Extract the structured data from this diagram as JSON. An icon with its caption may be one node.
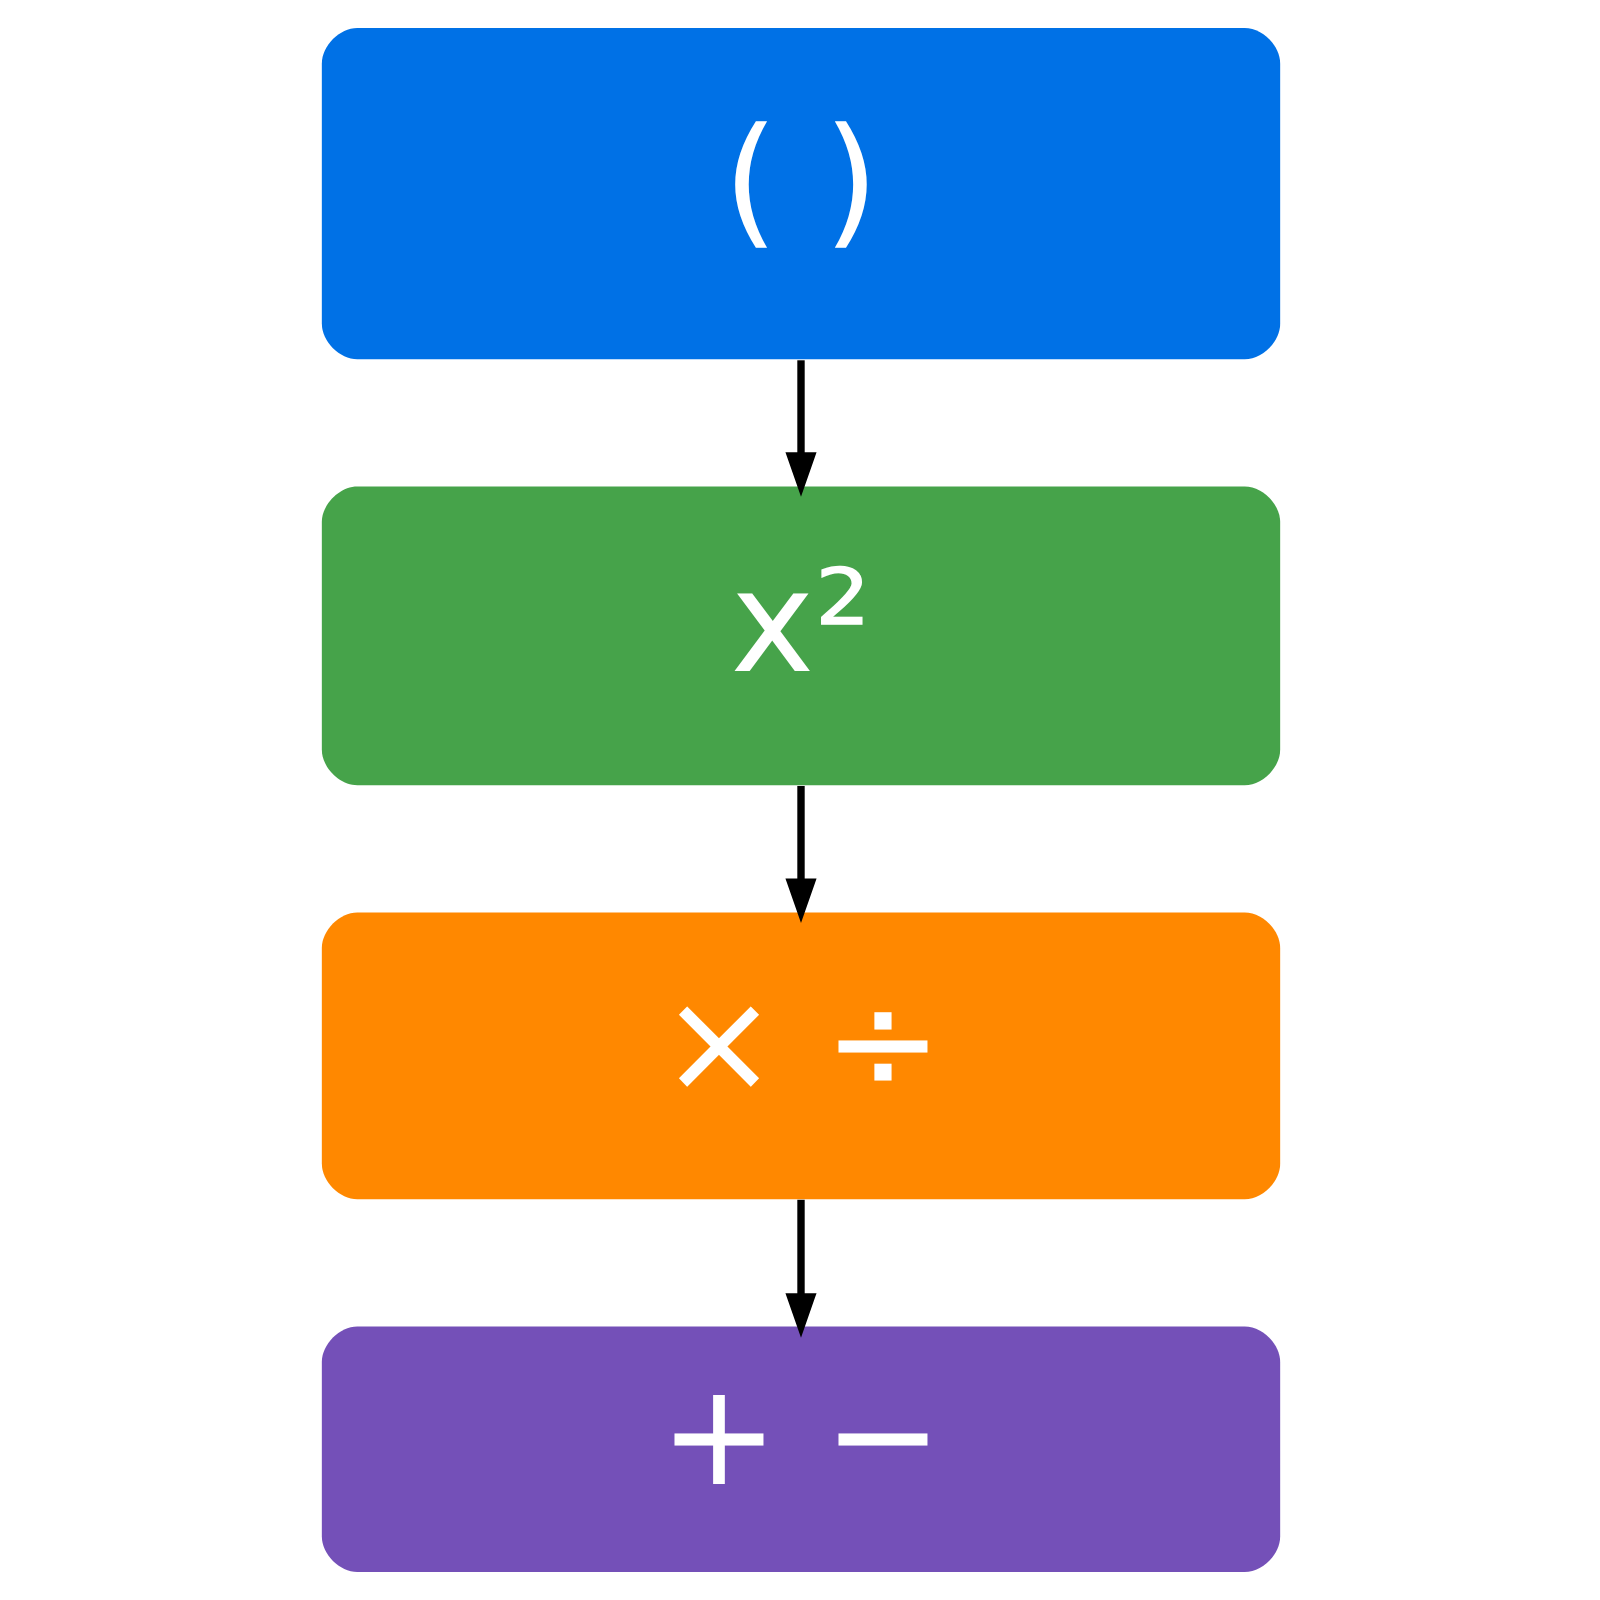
{
  "diagram": {
    "nodes": [
      {
        "text": [
          "( )"
        ]
      },
      {
        "text": [
          "x²"
        ]
      },
      {
        "text": [
          "× ÷"
        ]
      },
      {
        "text": [
          "+ −"
        ]
      }
    ],
    "edges": [
      {
        "from": 0,
        "to": 1,
        "arrow": "to"
      },
      {
        "from": 1,
        "to": 2,
        "arrow": "to"
      },
      {
        "from": 2,
        "to": 3,
        "arrow": "to"
      }
    ]
  }
}
